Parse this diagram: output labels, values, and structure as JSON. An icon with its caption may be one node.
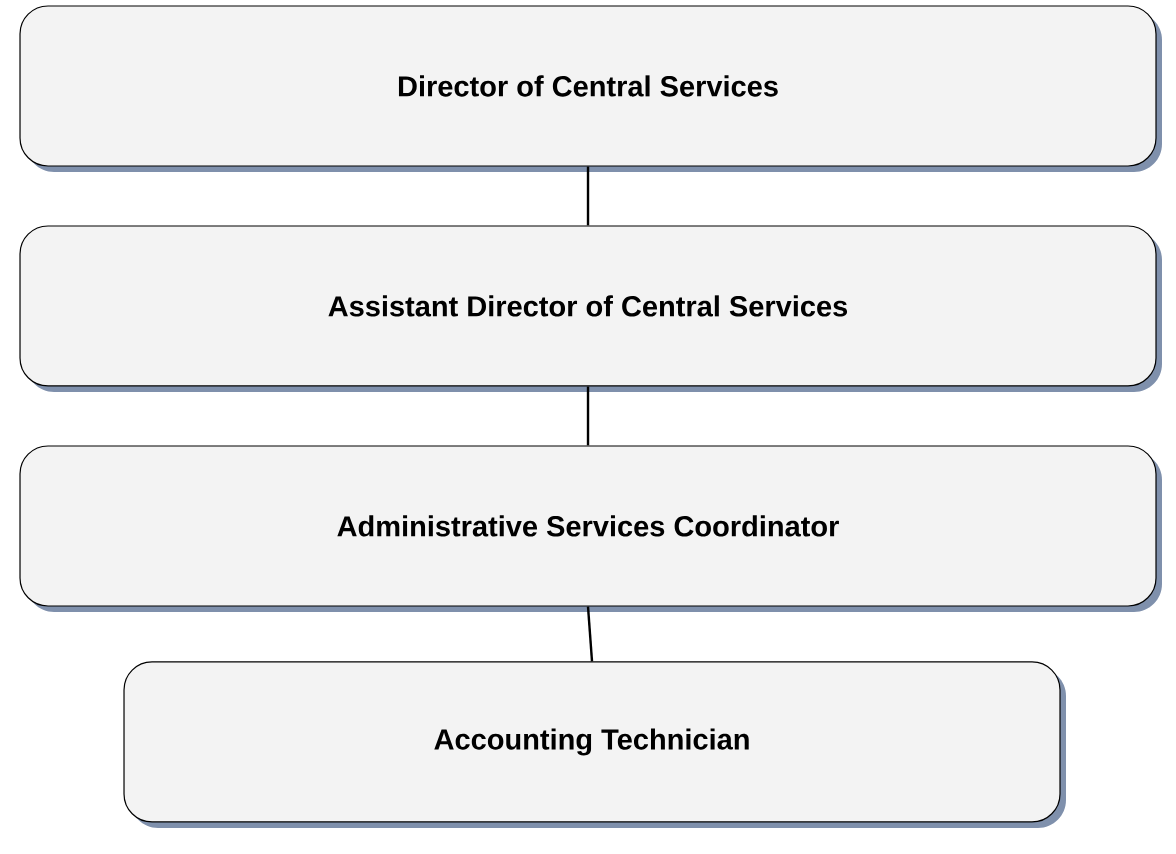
{
  "diagram": {
    "nodes": [
      {
        "text": [
          "Director of Central Services"
        ]
      },
      {
        "text": [
          "Assistant Director of Central Services"
        ]
      },
      {
        "text": [
          "Administrative Services Coordinator"
        ]
      },
      {
        "text": [
          "Accounting Technician"
        ]
      }
    ],
    "edges": [
      {
        "from": 0,
        "to": 1,
        "arrow": "none"
      },
      {
        "from": 1,
        "to": 2,
        "arrow": "none"
      },
      {
        "from": 2,
        "to": 3,
        "arrow": "none"
      }
    ]
  }
}
